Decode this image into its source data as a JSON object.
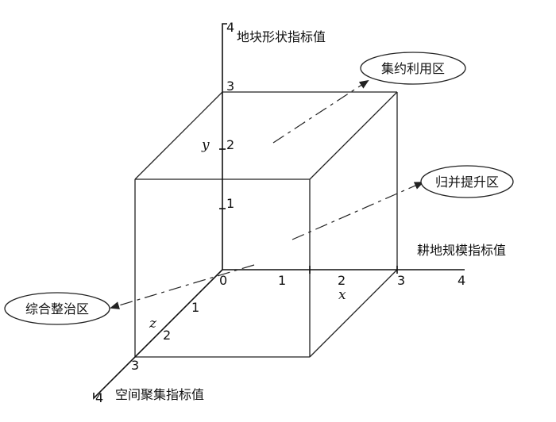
{
  "axes": {
    "x": {
      "title": "耕地规模指标值",
      "var": "x",
      "ticks": [
        "0",
        "1",
        "2",
        "3",
        "4"
      ]
    },
    "y": {
      "title": "地块形状指标值",
      "var": "y",
      "ticks": [
        "1",
        "2",
        "3",
        "4"
      ]
    },
    "z": {
      "title": "空间聚集指标值",
      "var": "z",
      "ticks": [
        "1",
        "2",
        "3",
        "4"
      ]
    }
  },
  "zones": {
    "intensive": "集约利用区",
    "upgrade": "归并提升区",
    "consolidation": "综合整治区"
  }
}
